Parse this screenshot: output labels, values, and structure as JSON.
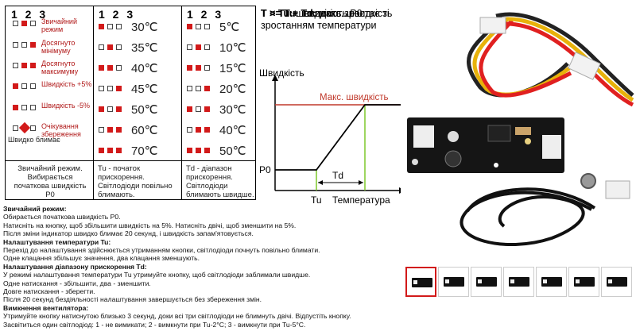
{
  "table": {
    "col_headers": [
      "1 2 3",
      "1 2 3",
      "1 2 3"
    ],
    "modes": [
      {
        "pattern": [
          false,
          true,
          false
        ],
        "label": "Звичайний режим"
      },
      {
        "pattern": [
          false,
          false,
          true
        ],
        "label": "Досягнуто мінімуму"
      },
      {
        "pattern": [
          false,
          true,
          true
        ],
        "label": "Досягнуто максимуму"
      },
      {
        "pattern": [
          true,
          false,
          false
        ],
        "label": "Швидкість +5%"
      },
      {
        "pattern": [
          true,
          false,
          false
        ],
        "label": "Швидкість -5%"
      },
      {
        "pattern": [
          false,
          "blink",
          false
        ],
        "label": "Очікування збереження"
      }
    ],
    "blink_note": "Швидко блимає",
    "tu_rows": [
      {
        "pattern": [
          true,
          false,
          false
        ],
        "value": "30℃"
      },
      {
        "pattern": [
          false,
          true,
          false
        ],
        "value": "35℃"
      },
      {
        "pattern": [
          true,
          true,
          false
        ],
        "value": "40℃"
      },
      {
        "pattern": [
          false,
          false,
          true
        ],
        "value": "45℃"
      },
      {
        "pattern": [
          true,
          false,
          true
        ],
        "value": "50℃"
      },
      {
        "pattern": [
          false,
          true,
          true
        ],
        "value": "60℃"
      },
      {
        "pattern": [
          true,
          true,
          true
        ],
        "value": "70℃"
      }
    ],
    "td_rows": [
      {
        "pattern": [
          true,
          false,
          false
        ],
        "value": "5℃"
      },
      {
        "pattern": [
          false,
          true,
          false
        ],
        "value": "10℃"
      },
      {
        "pattern": [
          true,
          true,
          false
        ],
        "value": "15℃"
      },
      {
        "pattern": [
          false,
          false,
          true
        ],
        "value": "20℃"
      },
      {
        "pattern": [
          true,
          false,
          true
        ],
        "value": "30℃"
      },
      {
        "pattern": [
          false,
          true,
          true
        ],
        "value": "40℃"
      },
      {
        "pattern": [
          true,
          true,
          true
        ],
        "value": "50℃"
      }
    ],
    "footer": [
      "Звичайний режим. Вибирається початкова швидкість P0",
      "Tu - початок прискорення. Світлодіоди повільно блимають.",
      "Td - діапазон прискорення. Світлодіоди блимають швидше."
    ]
  },
  "rules": [
    {
      "bold": "T <= Tu:",
      "text": " швидкість P0"
    },
    {
      "bold": "T > Tu:",
      "text": " швидкість зростає зі зростанням температури"
    },
    {
      "bold": "T > Tu + Td:",
      "text": " макс. швидкість"
    }
  ],
  "chart_data": {
    "type": "line",
    "ylabel": "Швидкість",
    "xlabel": "Температура",
    "y_ticks": [
      "P0"
    ],
    "x_ticks": [
      "Tu"
    ],
    "annotations": [
      "Макс. швидкість",
      "Td"
    ],
    "series": [
      {
        "values": [
          "P0",
          "P0",
          "Макс. швидкість",
          "Макс. швидкість"
        ]
      }
    ],
    "colors": {
      "line": "#000000",
      "max_line": "#c0392b",
      "guides": "#7dc82a"
    }
  },
  "instructions": [
    {
      "heading": true,
      "text": "Звичайний режим:"
    },
    {
      "heading": false,
      "text": "Обирається початкова швидкість P0."
    },
    {
      "heading": false,
      "text": "Натисніть на кнопку, щоб збільшити швидкість на 5%. Натисніть двічі, щоб зменшити на 5%."
    },
    {
      "heading": false,
      "text": "Після зміни індикатор швидко блимає 20 секунд, і швидкість запам'ятовується."
    },
    {
      "heading": true,
      "text": "Налаштування температури Tu:"
    },
    {
      "heading": false,
      "text": "Перехід до налаштування здійснюється утриманням кнопки, світлодіоди почнуть повільно блимати."
    },
    {
      "heading": false,
      "text": "Одне клацання збільшує значення, два клацання зменшують."
    },
    {
      "heading": true,
      "text": "Налаштування діапазону прискорення Td:"
    },
    {
      "heading": false,
      "text": "У режимі налаштування температури Tu утримуйте кнопку, щоб світлодіоди заблимали швидше."
    },
    {
      "heading": false,
      "text": "Одне натискання - збільшити, два - зменшити."
    },
    {
      "heading": false,
      "text": "Довге натискання - зберегти."
    },
    {
      "heading": false,
      "text": "Після 20 секунд бездіяльності налаштування завершується без збереження змін."
    },
    {
      "heading": true,
      "text": "Вимкнення вентилятора:"
    },
    {
      "heading": false,
      "text": "Утримуйте кнопку натиснутою близько 3 секунд, доки всі три світлодіоди не блимнуть двічі. Відпустіть кнопку."
    },
    {
      "heading": false,
      "text": "Засвітиться один світлодіод: 1 - не вимикати; 2 - вимкнути при Tu-2°C; 3 - вимкнути при Tu-5°C."
    }
  ],
  "gallery": {
    "thumb_count": 7,
    "selected_index": 0,
    "accent": "#d21a1a"
  }
}
